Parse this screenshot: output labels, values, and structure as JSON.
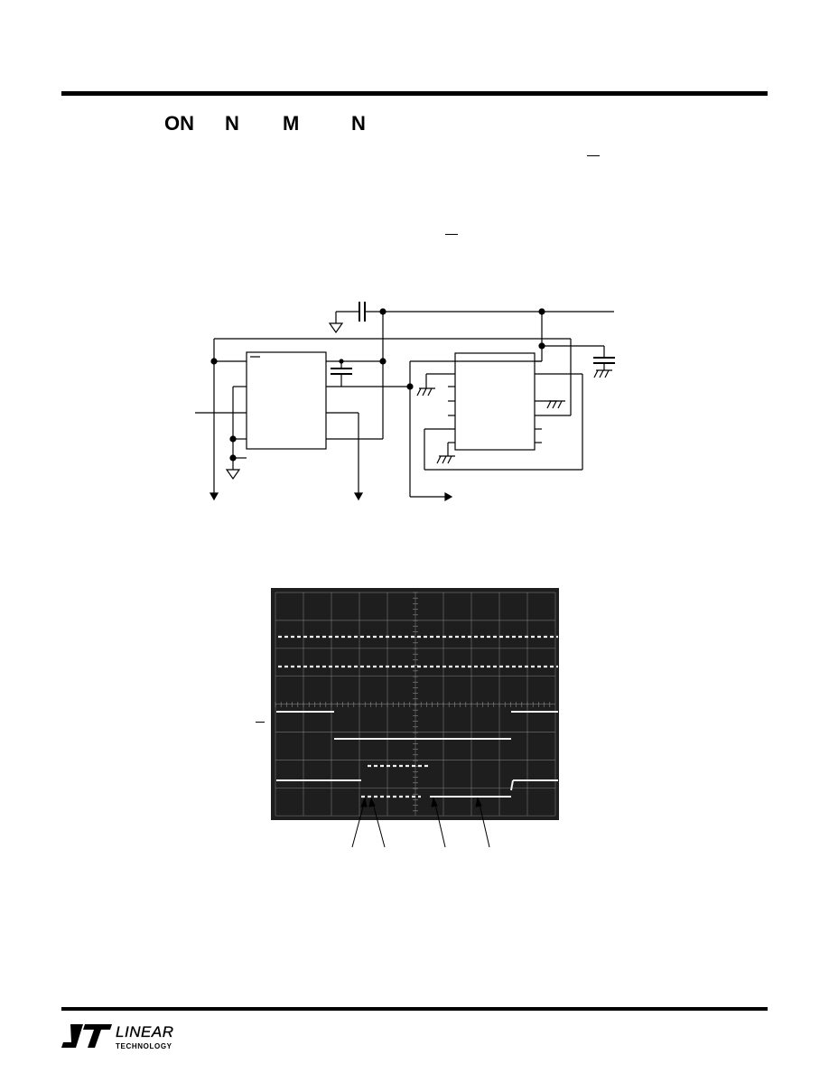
{
  "page": {
    "heading_fragments": [
      "ON",
      "N",
      "M",
      "N"
    ]
  },
  "logo": {
    "brand_top": "LINEAR",
    "brand_bottom": "TECHNOLOGY"
  },
  "colors": {
    "rule": "#000000",
    "scope_background": "#1e1e1e",
    "scope_grid": "#8a8a8a",
    "scope_trace": "#f2f2f2"
  },
  "icons": [
    "ground-icon",
    "capacitor-icon",
    "arrow-icon",
    "lt-logo-icon"
  ]
}
